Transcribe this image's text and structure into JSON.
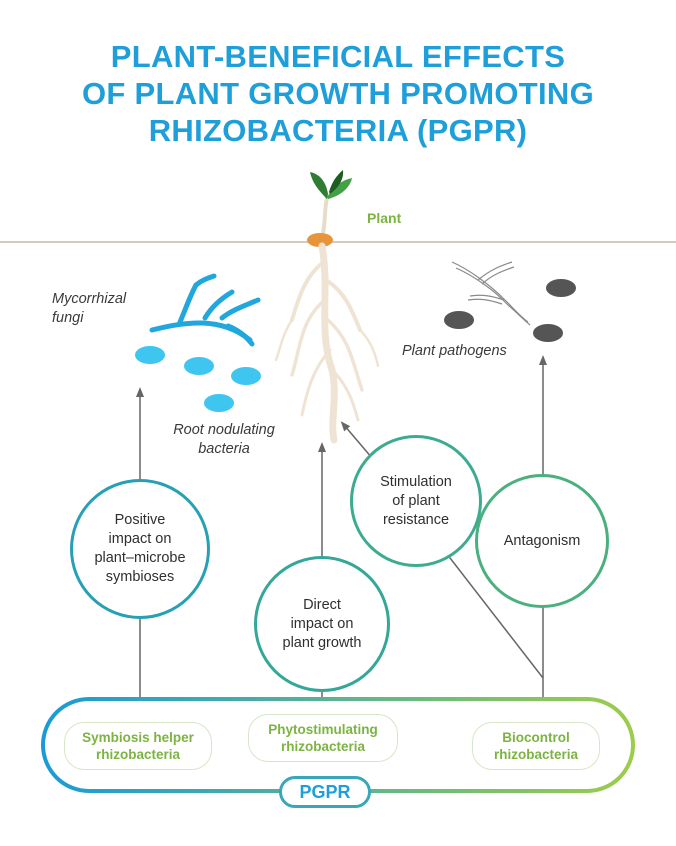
{
  "title": {
    "line1": "PLANT-BENEFICIAL EFFECTS",
    "line2": "OF PLANT GROWTH PROMOTING",
    "line3": "RHIZOBACTERIA (PGPR)"
  },
  "labels": {
    "plant": "Plant",
    "mycorrhizal_line1": "Mycorrhizal",
    "mycorrhizal_line2": "fungi",
    "root_nodulating_line1": "Root nodulating",
    "root_nodulating_line2": "bacteria",
    "pathogens": "Plant pathogens"
  },
  "effects": {
    "positive": [
      "Positive",
      "impact on",
      "plant–microbe",
      "symbioses"
    ],
    "direct": [
      "Direct",
      "impact on",
      "plant growth"
    ],
    "stimulation": [
      "Stimulation",
      "of plant",
      "resistance"
    ],
    "antagonism": [
      "Antagonism"
    ]
  },
  "groups": {
    "symbiosis": [
      "Symbiosis helper",
      "rhizobacteria"
    ],
    "phyto": [
      "Phytostimulating",
      "rhizobacteria"
    ],
    "biocontrol": [
      "Biocontrol",
      "rhizobacteria"
    ]
  },
  "pgpr_label": "PGPR",
  "colors": {
    "title": "#1e9fd9",
    "green": "#7cb342",
    "fungi": "#29b6e6",
    "pathogen": "#555555",
    "arrow": "#666666",
    "soil_line": "#c9b8a6"
  }
}
